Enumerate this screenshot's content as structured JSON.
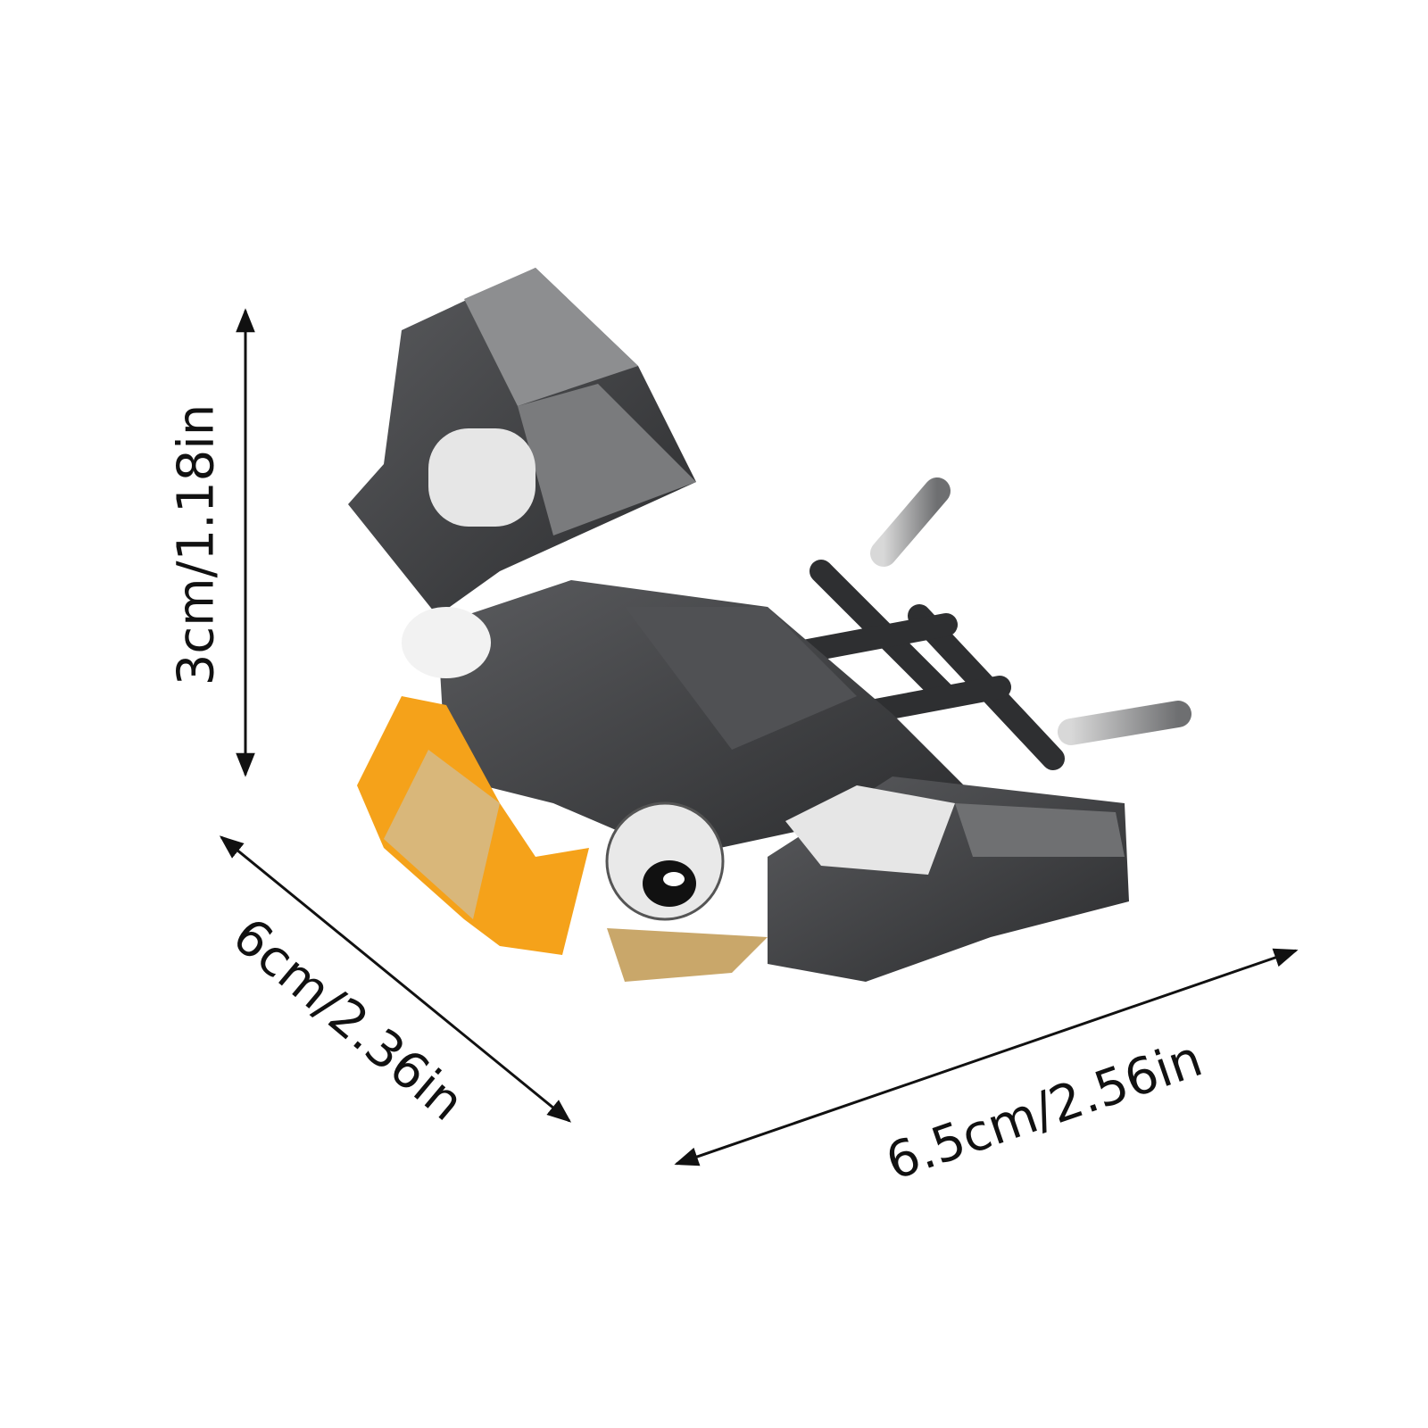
{
  "dimensions": {
    "height_label": "3cm/1.18in",
    "depth_label": "6cm/2.36in",
    "width_label": "6.5cm/2.56in"
  },
  "colors": {
    "brick_dark": "#3a3b3d",
    "brick_grey": "#8d8e90",
    "brick_white": "#e6e6e6",
    "brick_orange": "#f5a21a",
    "brick_tan": "#d9b77a",
    "arrow": "#111111"
  }
}
